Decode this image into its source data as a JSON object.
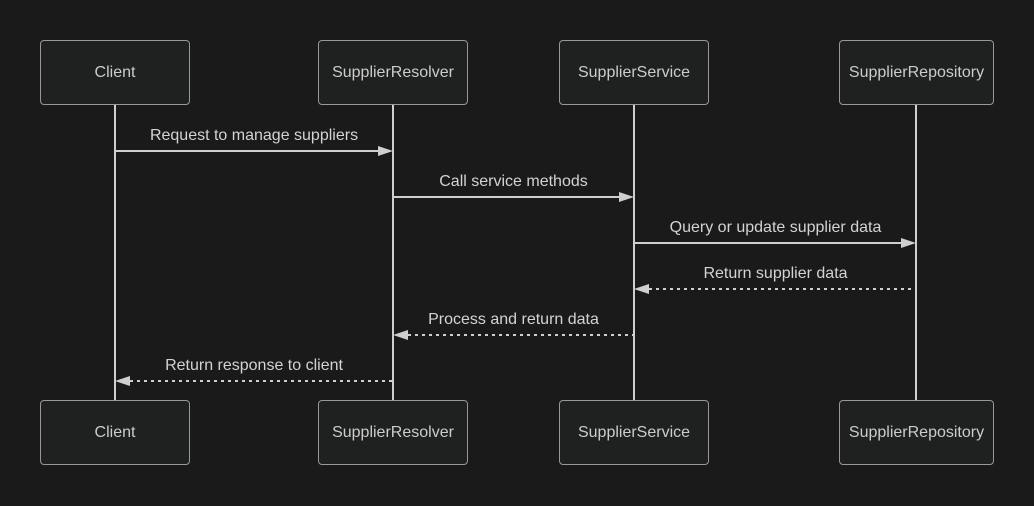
{
  "diagram": {
    "type": "sequence",
    "participants": [
      {
        "id": "client",
        "label": "Client"
      },
      {
        "id": "supplier-resolver",
        "label": "SupplierResolver"
      },
      {
        "id": "supplier-service",
        "label": "SupplierService"
      },
      {
        "id": "supplier-repository",
        "label": "SupplierRepository"
      }
    ],
    "messages": [
      {
        "from": "Client",
        "to": "SupplierResolver",
        "label": "Request to manage suppliers",
        "line": "solid",
        "direction": "right"
      },
      {
        "from": "SupplierResolver",
        "to": "SupplierService",
        "label": "Call service methods",
        "line": "solid",
        "direction": "right"
      },
      {
        "from": "SupplierService",
        "to": "SupplierRepository",
        "label": "Query or update supplier data",
        "line": "solid",
        "direction": "right"
      },
      {
        "from": "SupplierRepository",
        "to": "SupplierService",
        "label": "Return supplier data",
        "line": "dotted",
        "direction": "left"
      },
      {
        "from": "SupplierService",
        "to": "SupplierResolver",
        "label": "Process and return data",
        "line": "dotted",
        "direction": "left"
      },
      {
        "from": "SupplierResolver",
        "to": "Client",
        "label": "Return response to client",
        "line": "dotted",
        "direction": "left"
      }
    ],
    "theme": {
      "background": "#1a1a1a",
      "actor_fill": "#1f2020",
      "actor_border": "#97979c",
      "actor_text": "#cccccc",
      "line_color": "#cfcfcf",
      "message_text": "#d3d3d3"
    }
  }
}
